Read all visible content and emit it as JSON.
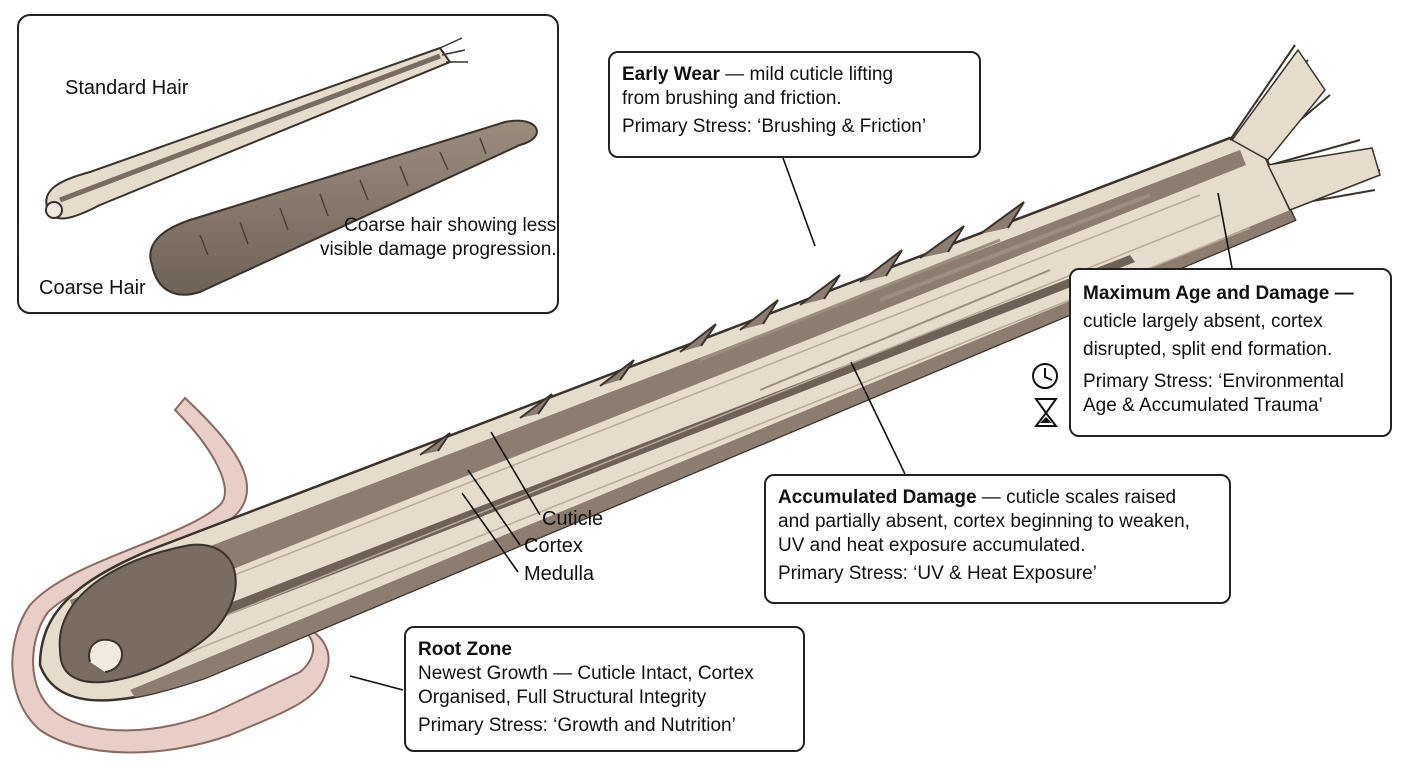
{
  "inset": {
    "standard_label": "Standard Hair",
    "coarse_label": "Coarse Hair",
    "coarse_note_line1": "Coarse hair showing less",
    "coarse_note_line2": "visible damage progression."
  },
  "layers": {
    "cuticle": "Cuticle",
    "cortex": "Cortex",
    "medulla": "Medulla"
  },
  "early_wear": {
    "title": "Early Wear",
    "desc_line1": " — mild cuticle lifting",
    "desc_line2": "from brushing and friction.",
    "stress": "Primary Stress: ‘Brushing & Friction’",
    "icons": [
      "brush-icon",
      "hand-icon"
    ]
  },
  "max_age": {
    "title": "Maximum Age and Damage",
    "title_suffix": " —",
    "desc_line1": "cuticle largely absent, cortex",
    "desc_line2": "disrupted, split end formation.",
    "stress_line1": "Primary Stress: ‘Environmental",
    "stress_line2": "Age & Accumulated Trauma’",
    "icons": [
      "clock-icon",
      "hourglass-icon",
      "grass-icon"
    ]
  },
  "accumulated": {
    "title": "Accumulated Damage",
    "desc_line1": " — cuticle scales raised",
    "desc_line2": "and partially absent, cortex beginning to weaken,",
    "desc_line3": "UV and heat exposure accumulated.",
    "stress": "Primary Stress: ‘UV & Heat Exposure’",
    "icons": [
      "sun-icon",
      "hair-dryer-icon"
    ]
  },
  "root_zone": {
    "title": "Root Zone",
    "desc_line1": "Newest Growth — Cuticle Intact, Cortex",
    "desc_line2": "Organised, Full Structural Integrity",
    "stress": "Primary Stress: ‘Growth and Nutrition’"
  }
}
